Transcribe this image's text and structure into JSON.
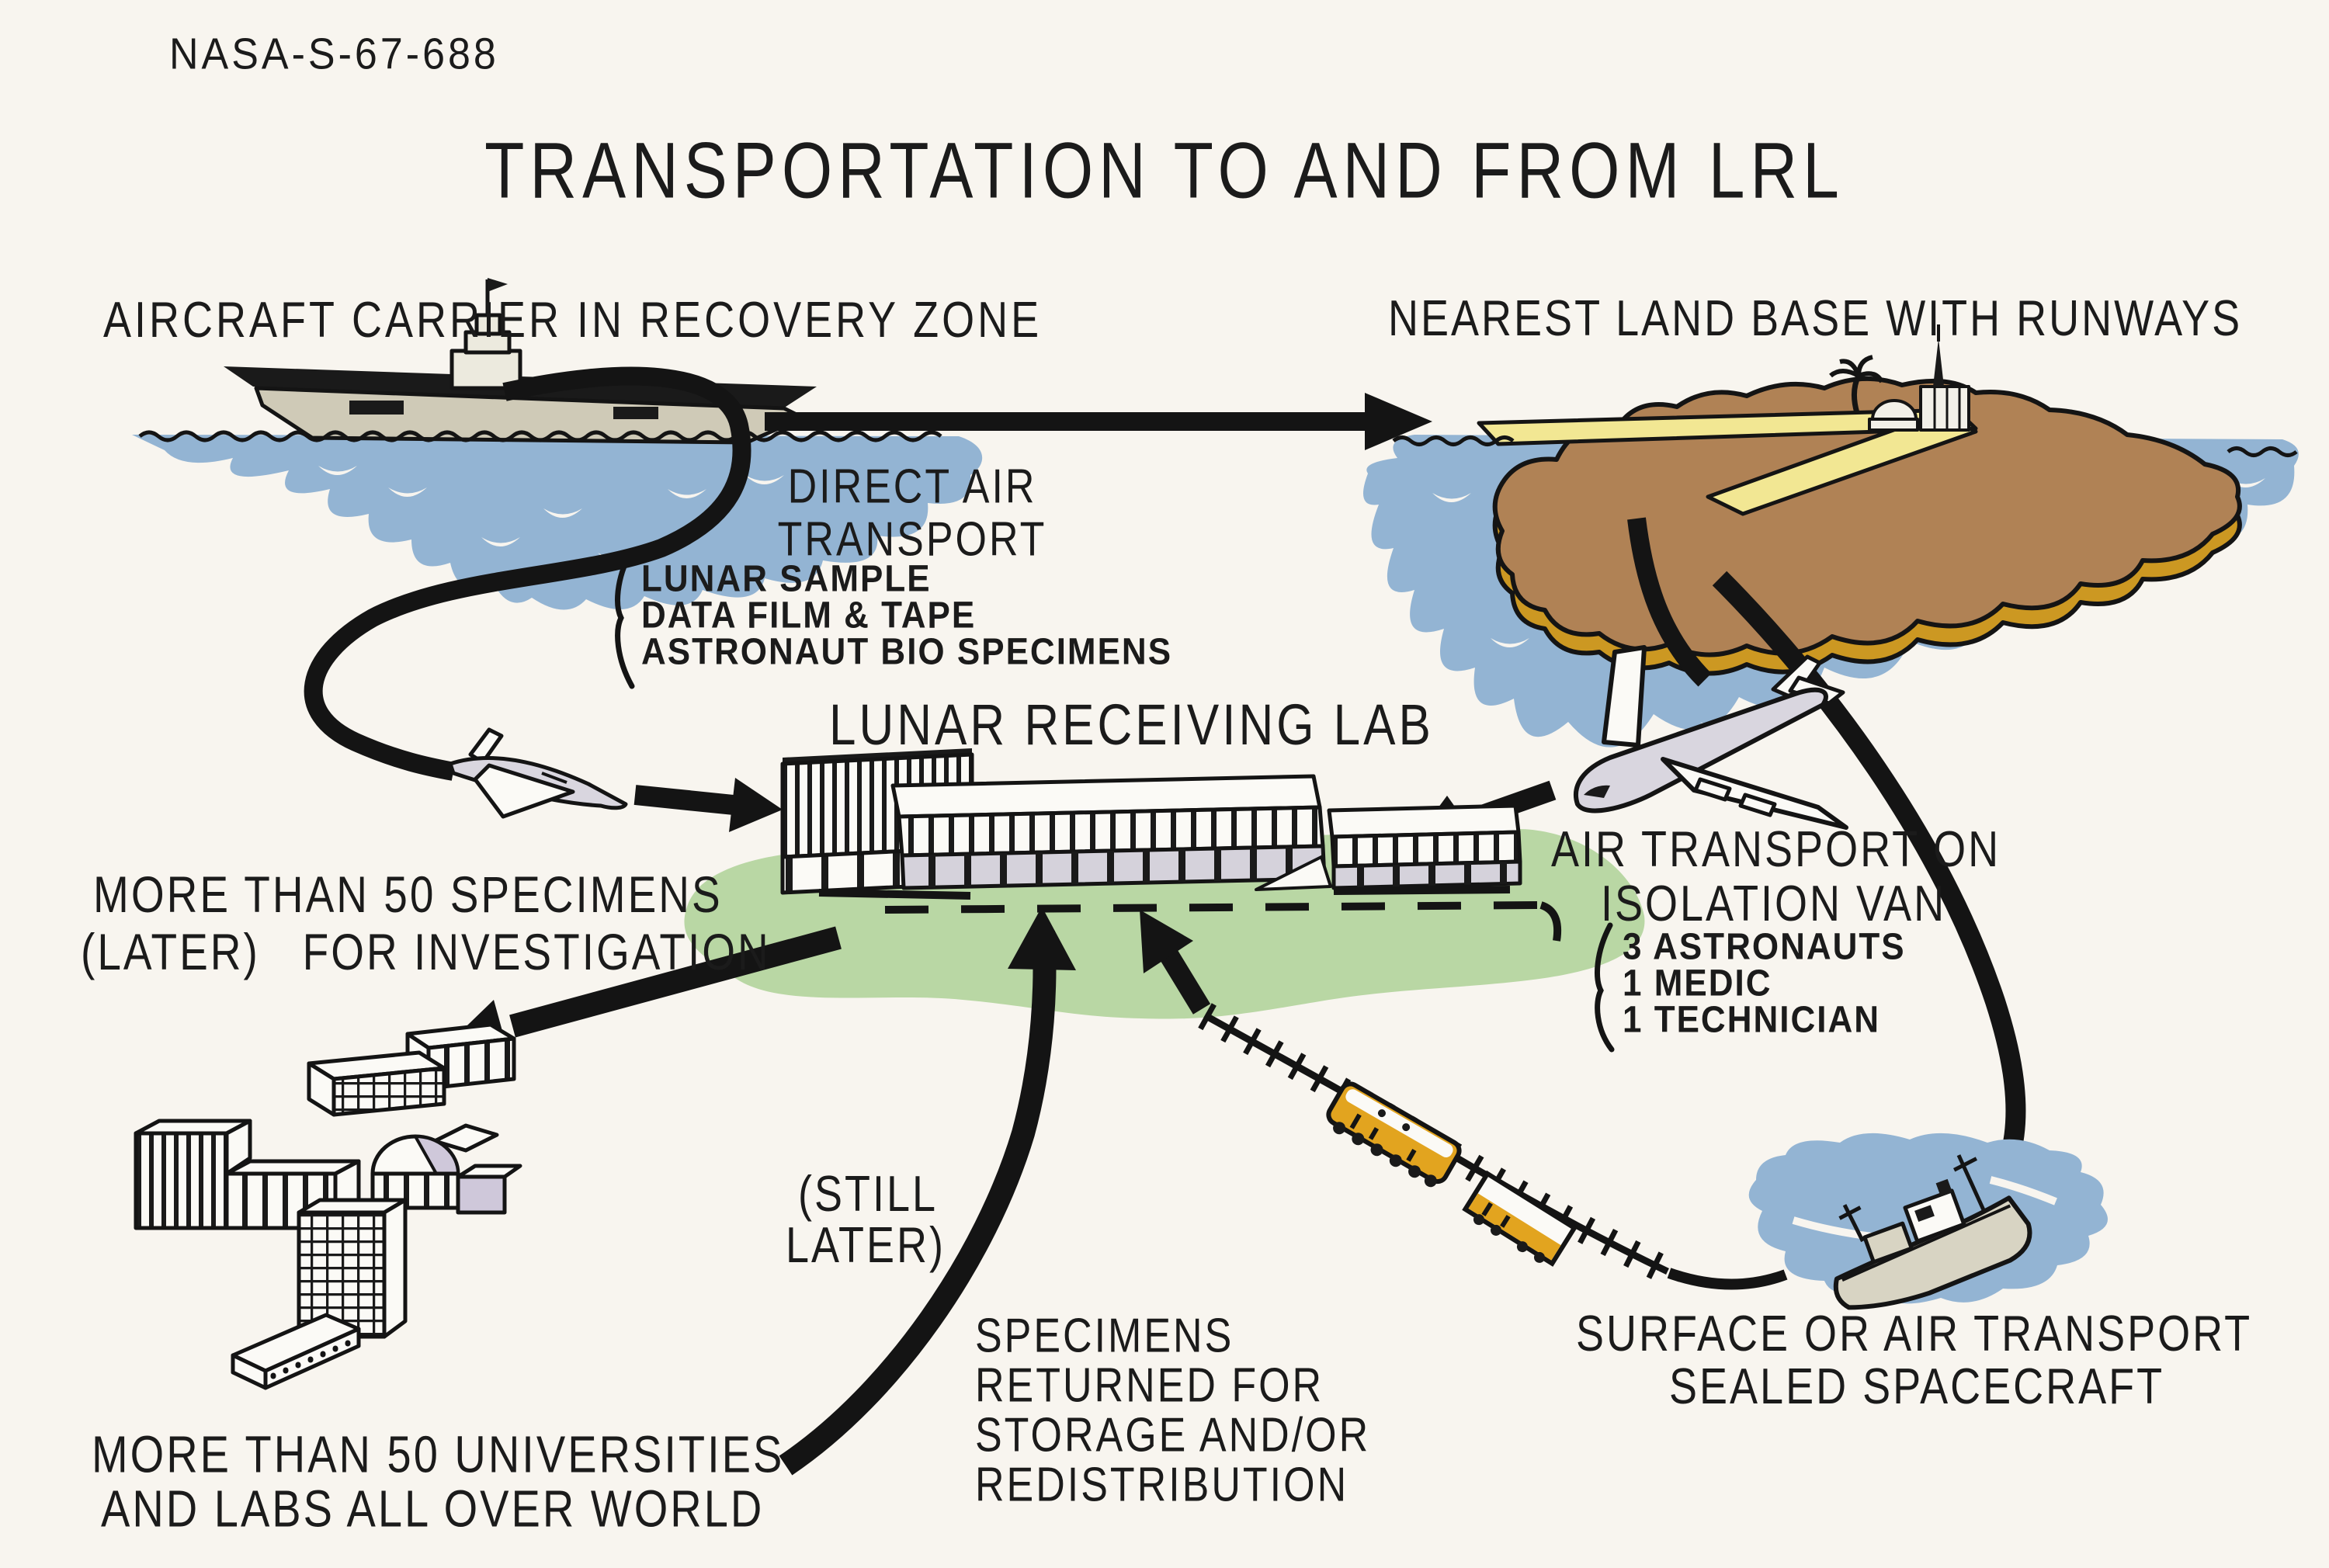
{
  "meta": {
    "doc_number": "NASA-S-67-688",
    "title": "TRANSPORTATION TO AND FROM LRL"
  },
  "labels": {
    "carrier": "AIRCRAFT CARRIER IN RECOVERY ZONE",
    "land_base": "NEAREST LAND BASE WITH RUNWAYS",
    "lrl": "LUNAR RECEIVING LAB",
    "direct_air_1": "DIRECT AIR",
    "direct_air_2": "TRANSPORT",
    "iso_van_1": "AIR TRANSPORT ON",
    "iso_van_2": "ISOLATION VAN",
    "specimens_1": "MORE THAN 50 SPECIMENS",
    "specimens_2": "(LATER)   FOR INVESTIGATION",
    "still_later_1": "(STILL",
    "still_later_2": "LATER)",
    "returned_1": "SPECIMENS",
    "returned_2": "RETURNED FOR",
    "returned_3": "STORAGE AND/OR",
    "returned_4": "REDISTRIBUTION",
    "universities_1": "MORE THAN 50 UNIVERSITIES",
    "universities_2": "AND LABS ALL OVER WORLD",
    "surface_1": "SURFACE OR AIR TRANSPORT",
    "surface_2": "SEALED SPACECRAFT"
  },
  "cargo_list": [
    "LUNAR SAMPLE",
    "DATA FILM & TAPE",
    "ASTRONAUT BIO SPECIMENS"
  ],
  "van_list": [
    "3 ASTRONAUTS",
    "1 MEDIC",
    "1 TECHNICIAN"
  ],
  "colors": {
    "paper": "#f8f5ef",
    "water": "#93b4d3",
    "island": "#b08255",
    "island_edge": "#cc9822",
    "runway": "#f2e793",
    "grass": "#b9d7a4",
    "train": "#e2a41f",
    "metal": "#d9d6df",
    "hull": "#cfcab7",
    "ship": "#d8d4c3",
    "dome": "#cfc8da",
    "wall": "#d5d2db"
  }
}
